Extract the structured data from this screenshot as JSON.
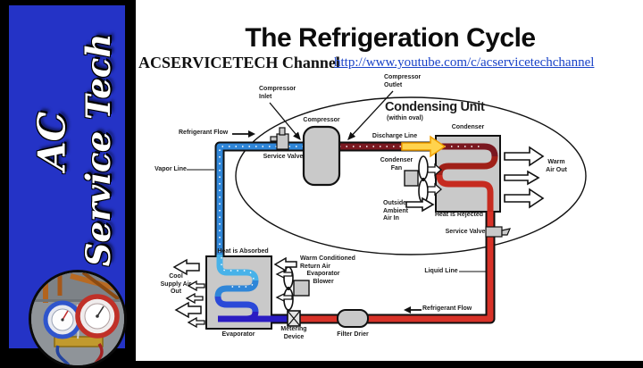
{
  "sidebar": {
    "brand_line1": "AC",
    "brand_line2": "Service Tech",
    "photo_alt": "refrigerant-manifold-gauges-photo"
  },
  "header": {
    "title": "The Refrigeration Cycle",
    "channel": "ACSERVICETECH Channel",
    "url": "http://www.youtube.com/c/acservicetechchannel"
  },
  "diagram": {
    "labels": {
      "compressor_inlet": "Compressor\nInlet",
      "compressor_outlet": "Compressor\nOutlet",
      "compressor": "Compressor",
      "refrigerant_flow_top": "Refrigerant Flow",
      "service_valve_left": "Service Valve",
      "discharge_line": "Discharge Line",
      "condensing_unit": "Condensing Unit",
      "within_oval": "(within oval)",
      "condenser": "Condenser",
      "condenser_fan": "Condenser\nFan",
      "warm_air_out": "Warm\nAir Out",
      "outside_ambient": "Outside\nAmbient\nAir In",
      "heat_rejected": "Heat is Rejected",
      "service_valve_right": "Service Valve",
      "liquid_line": "Liquid Line",
      "refrigerant_flow_bottom": "Refrigerant Flow",
      "vapor_line": "Vapor Line",
      "heat_absorbed": "Heat is Absorbed",
      "evaporator": "Evaporator",
      "cool_supply_air_out": "Cool\nSupply Air\nOut",
      "warm_conditioned_return_air": "Warm Conditioned\nReturn Air",
      "evaporator_blower": "Evaporator\nBlower",
      "metering_device": "Metering\nDevice",
      "filter_drier": "Filter Drier"
    },
    "colors": {
      "sidebar_blue": "#2433c6",
      "link_blue": "#1a43c8",
      "vapor_line_blue": "#2f86d8",
      "coil_cyan": "#47b2e9",
      "coil_royal_blue": "#2b49d8",
      "coil_dark_blue": "#2a1cc2",
      "discharge_maroon": "#7a1820",
      "liquid_red": "#d83228",
      "component_gray": "#c9c9c9",
      "arrow_yellow": "#ffd34d"
    }
  }
}
